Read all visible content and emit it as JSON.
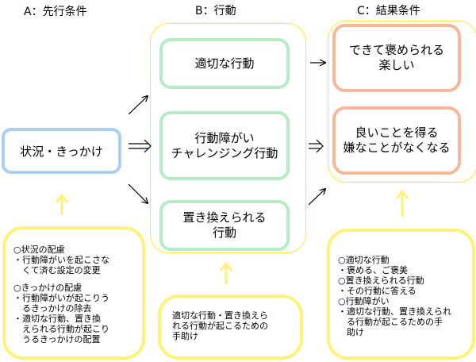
{
  "headers": {
    "a": "A：先行条件",
    "b": "B：行動",
    "c": "C：結果条件"
  },
  "antecedent": {
    "situation": "状況・きっかけ"
  },
  "behavior": {
    "appropriate": "適切な行動",
    "challenging_line1": "行動障がい",
    "challenging_line2": "チャレンジング行動",
    "replacement_line1": "置き換えられる",
    "replacement_line2": "行動"
  },
  "consequence": {
    "success_line1": "できて褒められる",
    "success_line2": "楽しい",
    "good_line1": "良いことを得る",
    "good_line2": "嫌なことがなくなる"
  },
  "notes": {
    "a": {
      "l1": "○状況の配慮",
      "l2": "・行動障がいを起こさな",
      "l3": "　くて済む設定の変更",
      "l4": "○きっかけの配慮",
      "l5": "・行動障がいが起こりう",
      "l6": "　るきっかけの除去",
      "l7": "・適切な行動、置き換",
      "l8": "　えられる行動が起こり",
      "l9": "　うるきっかけの配置"
    },
    "b": {
      "l1": "適切な行動・置き換えら",
      "l2": "れる行動が起こるための",
      "l3": "手助け"
    },
    "c": {
      "l1": "○適切な行動",
      "l2": "・褒める、ご褒美",
      "l3": "○置き換えられる行動",
      "l4": "・その行動に答える",
      "l5": "○行動障がい",
      "l6": "・適切な行動、置き換えられ",
      "l7": "　る行動が起こるための手",
      "l8": "　助け"
    }
  },
  "colors": {
    "situation_border": "#aacff0",
    "behavior_border": "#b4ecc6",
    "consequence_border": "#f6b79a",
    "note_border": "#fff27a",
    "group_outline": "#ffe840"
  }
}
